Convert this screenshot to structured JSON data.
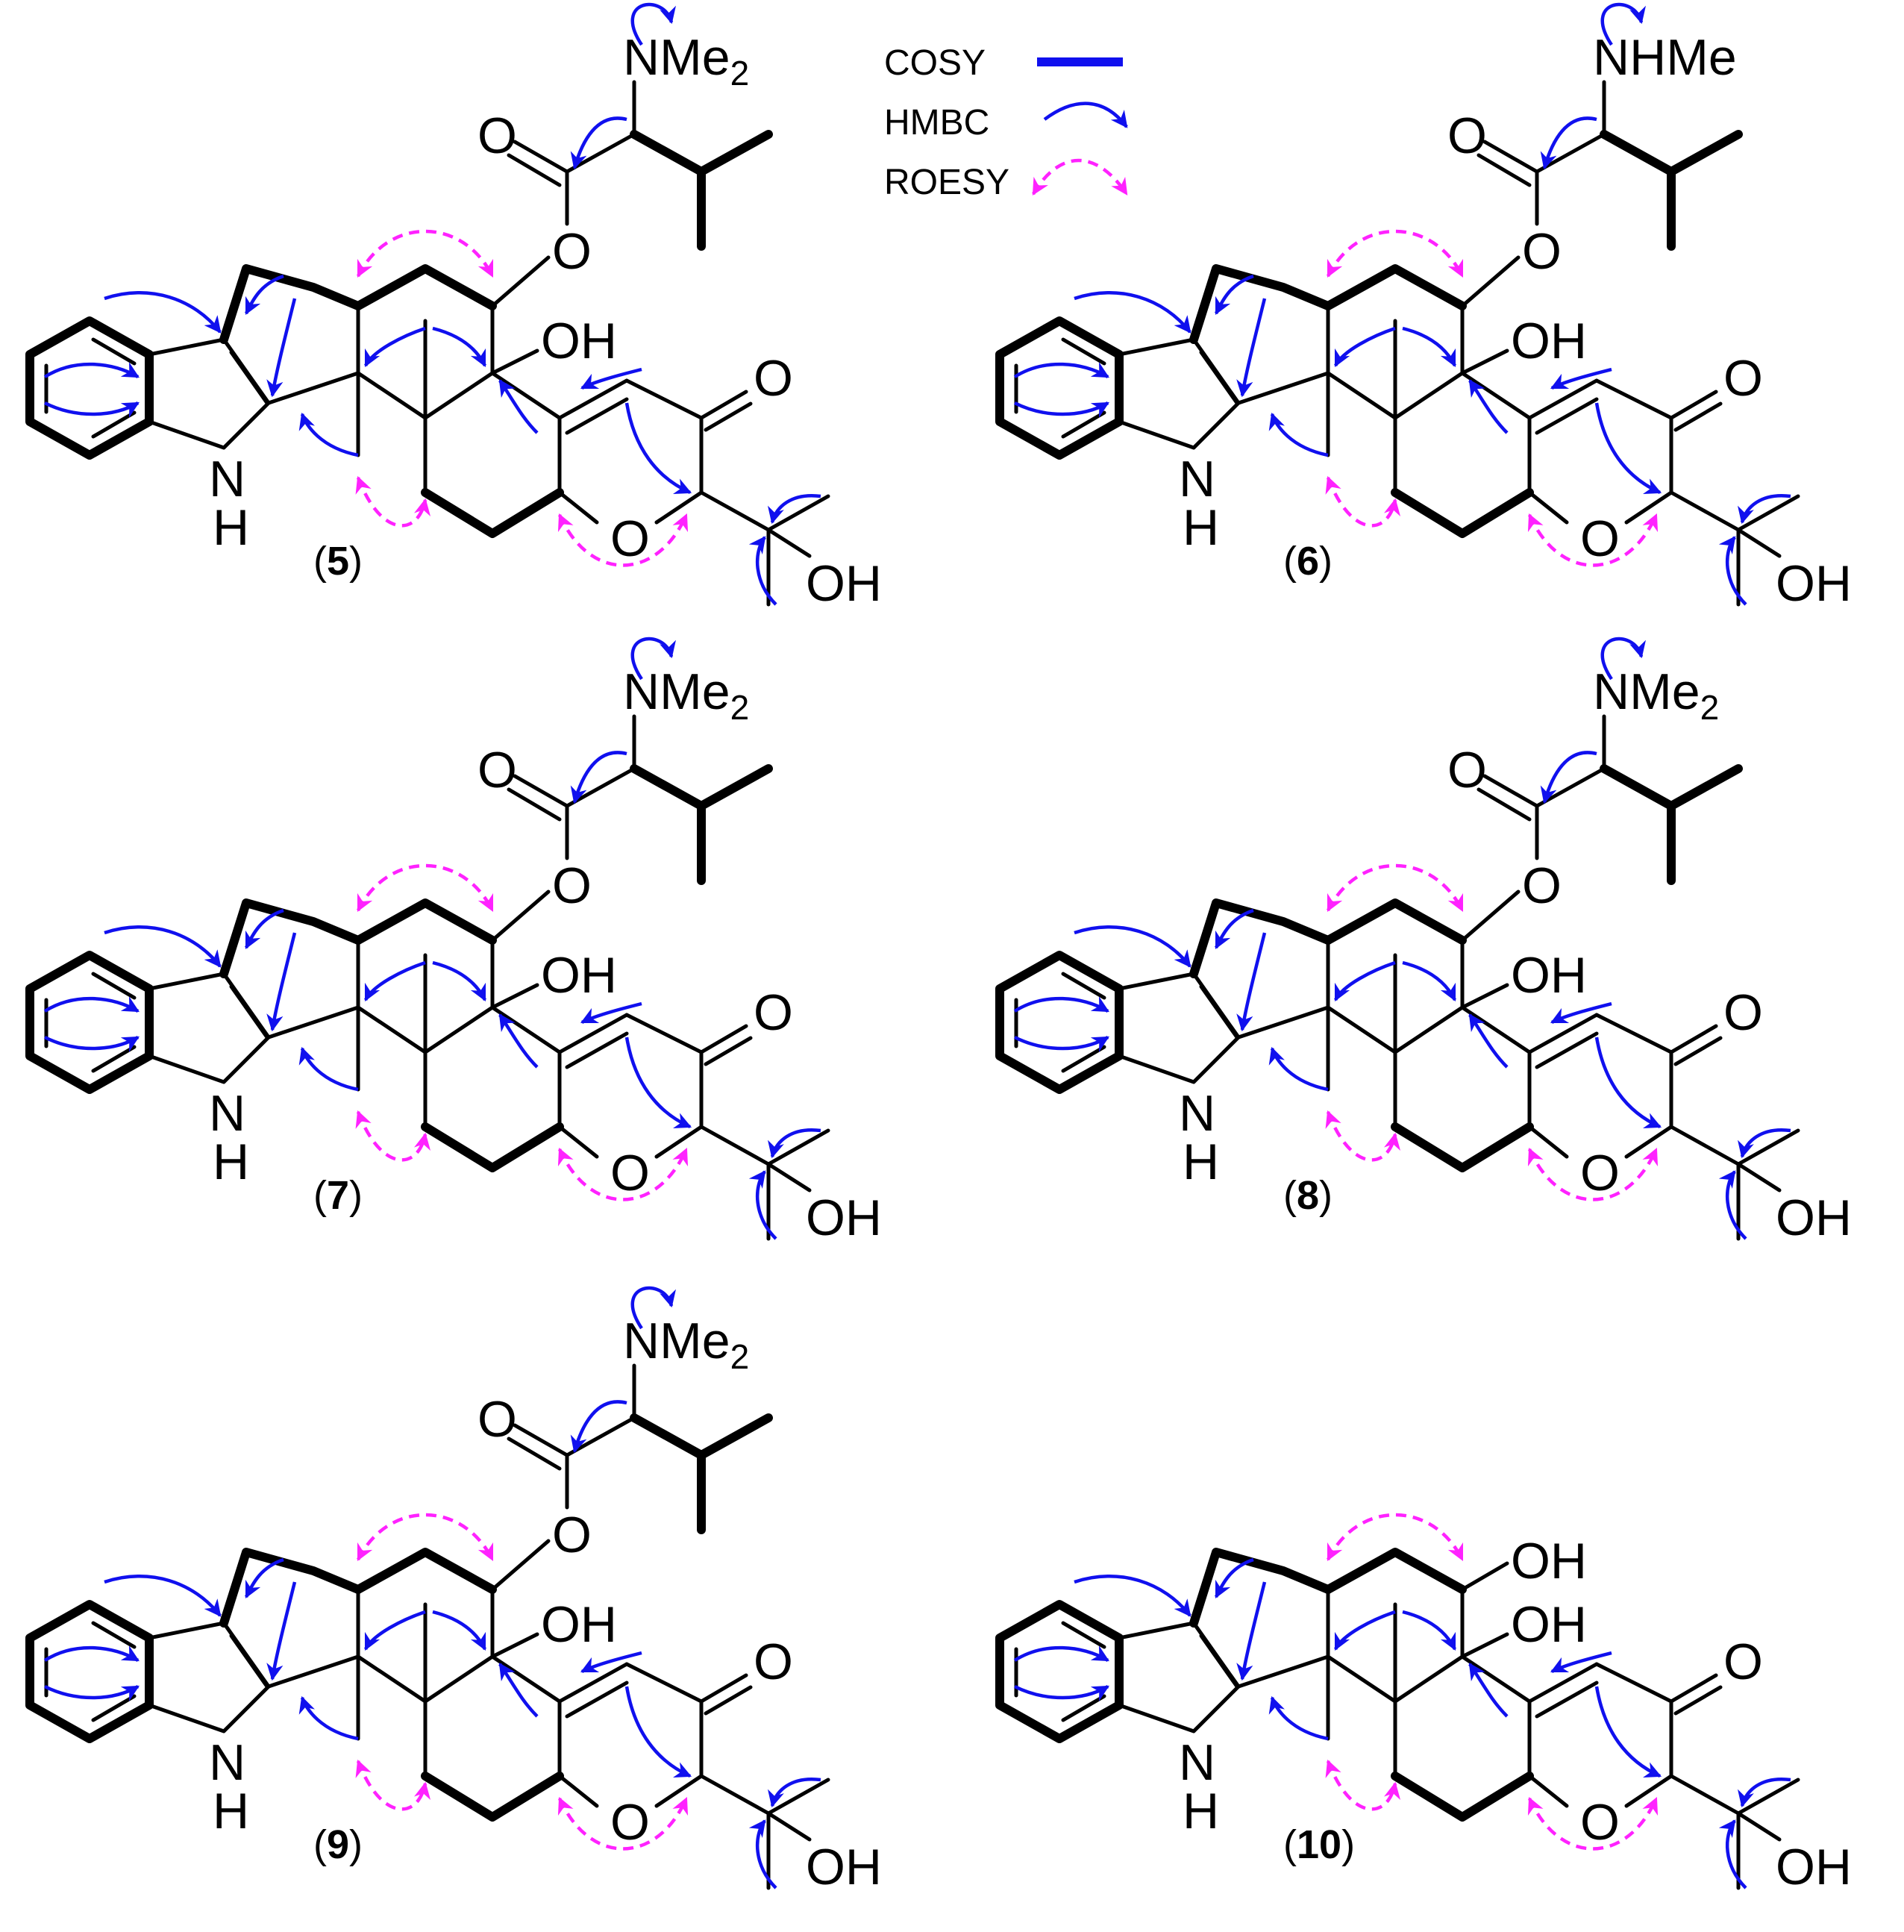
{
  "legend": {
    "items": [
      {
        "label": "COSY",
        "color": "#1010ee",
        "style": "thick line"
      },
      {
        "label": "HMBC",
        "color": "#1010ee",
        "style": "curved arrow"
      },
      {
        "label": "ROESY",
        "color": "#ff22ff",
        "style": "dashed double-headed arrow"
      }
    ]
  },
  "compounds": [
    {
      "id": "5",
      "label_open": "(",
      "label_num": "5",
      "label_close": ")",
      "amine": "NMe",
      "amine_sub": "2",
      "ester": true
    },
    {
      "id": "6",
      "label_open": "(",
      "label_num": "6",
      "label_close": ")",
      "amine": "NHMe",
      "amine_sub": "",
      "ester": true
    },
    {
      "id": "7",
      "label_open": "(",
      "label_num": "7",
      "label_close": ")",
      "amine": "NMe",
      "amine_sub": "2",
      "ester": true
    },
    {
      "id": "8",
      "label_open": "(",
      "label_num": "8",
      "label_close": ")",
      "amine": "NMe",
      "amine_sub": "2",
      "ester": true
    },
    {
      "id": "9",
      "label_open": "(",
      "label_num": "9",
      "label_close": ")",
      "amine": "NMe",
      "amine_sub": "2",
      "ester": true
    },
    {
      "id": "10",
      "label_open": "(",
      "label_num": "10",
      "label_close": ")",
      "amine": "",
      "amine_sub": "",
      "ester": false
    }
  ],
  "atom_labels": {
    "oh": "OH",
    "o": "O",
    "n": "N",
    "h": "H"
  },
  "colors": {
    "hmbc": "#1010ee",
    "roesy": "#ff22ff",
    "bond": "#000000"
  }
}
